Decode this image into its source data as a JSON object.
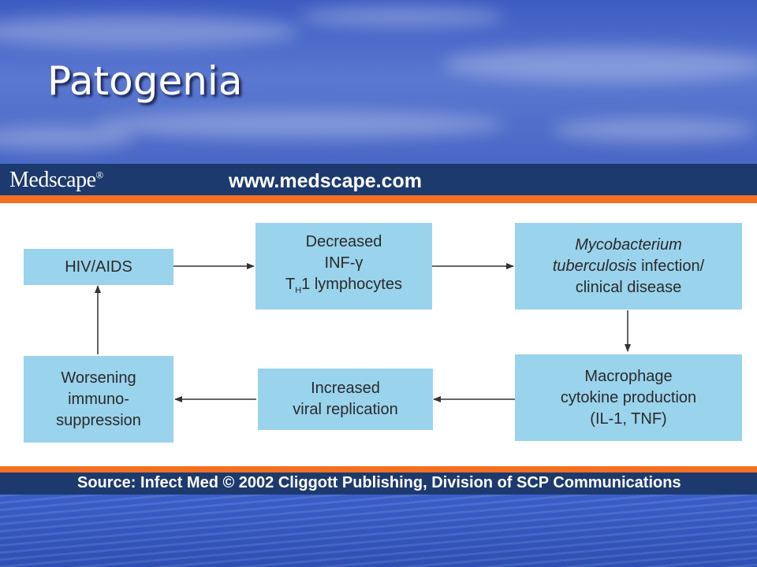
{
  "slide": {
    "title": "Patogenia"
  },
  "header": {
    "logo": "Medscape",
    "logo_mark": "®",
    "url": "www.medscape.com"
  },
  "diagram": {
    "nodes": {
      "hiv": [
        "HIV/AIDS"
      ],
      "decreased": [
        "Decreased",
        "INF-γ",
        "T",
        "H",
        "1 lymphocytes"
      ],
      "mtb": [
        "Mycobacterium",
        "tuberculosis",
        " infection/",
        "clinical disease"
      ],
      "macrophage": [
        "Macrophage",
        "cytokine production",
        "(IL-1, TNF)"
      ],
      "viral": [
        "Increased",
        "viral replication"
      ],
      "worsening": [
        "Worsening",
        "immuno-",
        "suppression"
      ]
    },
    "edges": [
      [
        "hiv",
        "decreased"
      ],
      [
        "decreased",
        "mtb"
      ],
      [
        "mtb",
        "macrophage"
      ],
      [
        "macrophage",
        "viral"
      ],
      [
        "viral",
        "worsening"
      ],
      [
        "worsening",
        "hiv"
      ]
    ]
  },
  "footer": {
    "source": "Source: Infect Med © 2002 Cliggott Publishing, Division of SCP Communications"
  }
}
